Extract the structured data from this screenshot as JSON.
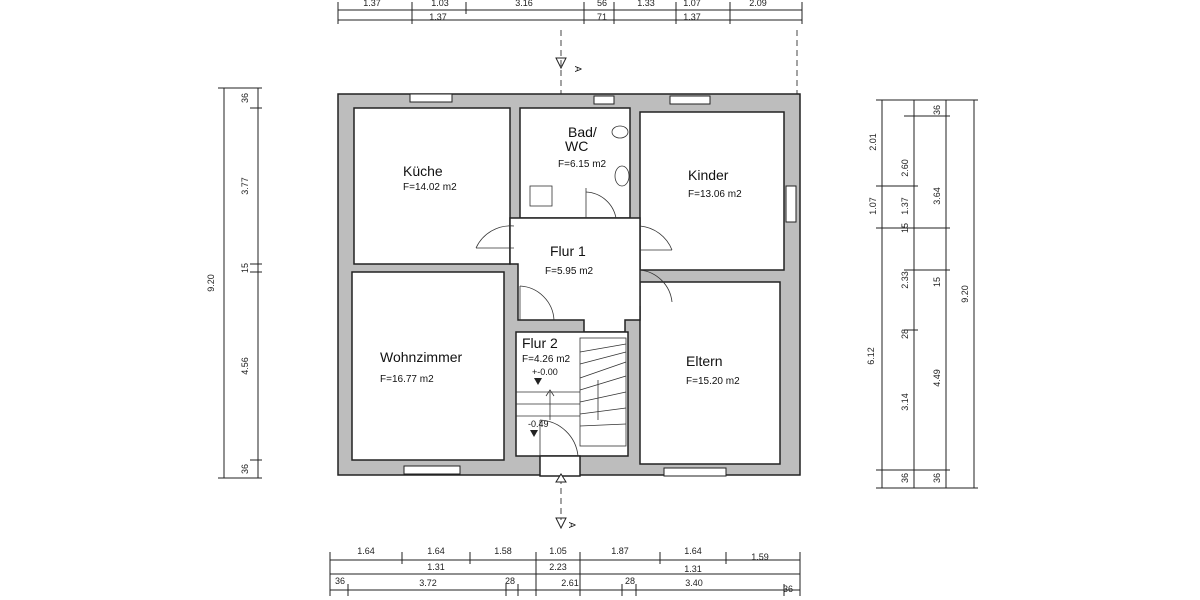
{
  "rooms": {
    "kueche": {
      "name": "Küche",
      "area": "F=14.02 m2"
    },
    "bad": {
      "name_line1": "Bad/",
      "name_line2": "WC",
      "area": "F=6.15 m2"
    },
    "kinder": {
      "name": "Kinder",
      "area": "F=13.06 m2"
    },
    "flur1": {
      "name": "Flur 1",
      "area": "F=5.95 m2"
    },
    "flur2": {
      "name": "Flur 2",
      "area": "F=4.26 m2"
    },
    "wohnzimmer": {
      "name": "Wohnzimmer",
      "area": "F=16.77 m2"
    },
    "eltern": {
      "name": "Eltern",
      "area": "F=15.20 m2"
    }
  },
  "levels": {
    "upper": "+-0.00",
    "lower": "-0.49"
  },
  "section_marks": {
    "top": "A",
    "bottom": "A"
  },
  "dims": {
    "top_row1": [
      "1.37",
      "1.03",
      "3.16",
      "56",
      "1.33",
      "1.07",
      "2.09"
    ],
    "top_row2": [
      "1.37",
      "71",
      "1.37"
    ],
    "bottom_row1": [
      "1.64",
      "1.64",
      "1.58",
      "1.05",
      "1.87",
      "1.64",
      "1.59"
    ],
    "bottom_row2": [
      "1.31",
      "2.23",
      "1.31"
    ],
    "bottom_row3": [
      "36",
      "3.72",
      "28",
      "2.61",
      "28",
      "3.40",
      "36"
    ],
    "left_outer": "9.20",
    "left_inner": [
      "36",
      "3.77",
      "15",
      "4.56",
      "36"
    ],
    "right_a": "6.12",
    "right_b": [
      "2.01",
      "1.07",
      "1.37",
      "15",
      "2.60",
      "2.33",
      "28",
      "3.14",
      "36"
    ],
    "right_c": [
      "36",
      "3.64",
      "15",
      "4.49",
      "36"
    ],
    "right_outer": "9.20"
  }
}
